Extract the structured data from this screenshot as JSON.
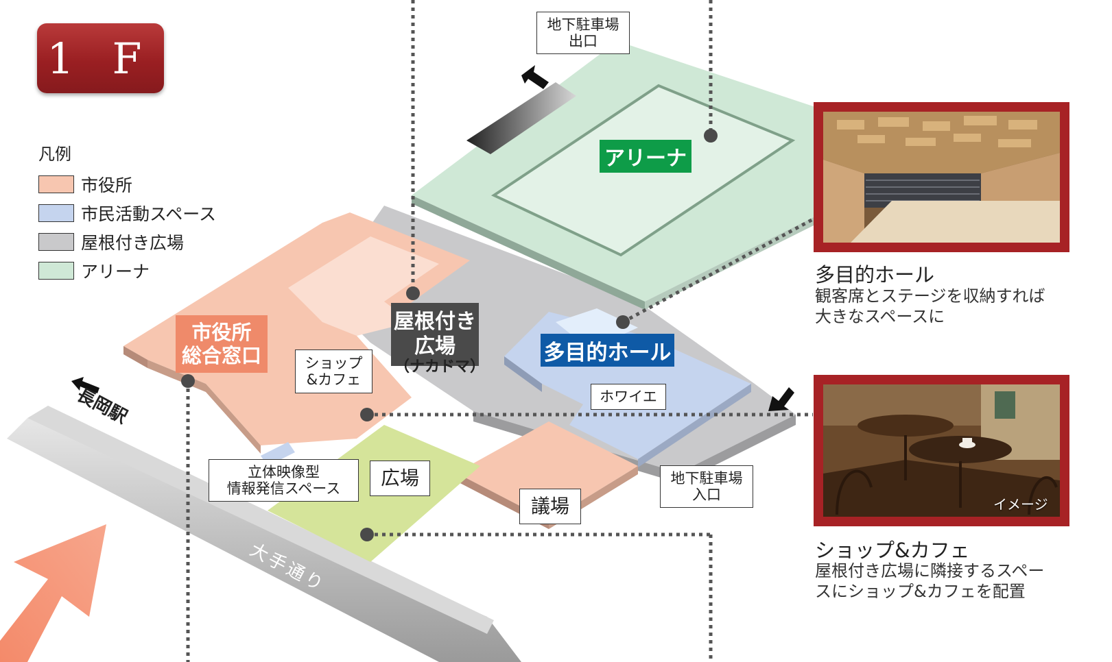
{
  "floor_badge": "1 F",
  "legend": {
    "title": "凡例",
    "items": [
      {
        "label": "市役所",
        "color": "#f7c6b0"
      },
      {
        "label": "市民活動スペース",
        "color": "#c5d4ee"
      },
      {
        "label": "屋根付き広場",
        "color": "#c9c9cb"
      },
      {
        "label": "アリーナ",
        "color": "#cfe8d6"
      }
    ]
  },
  "map": {
    "highlights": {
      "arena": "アリーナ",
      "roofed_plaza": "屋根付き\n広場",
      "nakadoma": "（ナカドマ）",
      "city_hall_window": "市役所\n総合窓口",
      "multipurpose_hall": "多目的ホール"
    },
    "tags": {
      "parking_exit": "地下駐車場\n出口",
      "parking_entrance": "地下駐車場\n入口",
      "shop_cafe": "ショップ\n&カフェ",
      "foyer": "ホワイエ",
      "info_space": "立体映像型\n情報発信スペース",
      "plaza": "広場",
      "assembly": "議場"
    },
    "station": "長岡駅",
    "street": "大手通り",
    "colors": {
      "arena": "#cfe8d6",
      "city_hall": "#f7c6b0",
      "civic_space": "#c5d4ee",
      "roofed_plaza": "#c9c9cb",
      "plaza": "#d5e49a",
      "arena_badge": "#0e9c48",
      "hall_badge": "#0f5aa6",
      "plaza_badge": "#4a4a4a",
      "city_badge": "#ef8a6a",
      "frame": "#a72225",
      "arrow": "#f48a6a"
    }
  },
  "photos": {
    "hall": {
      "title": "多目的ホール",
      "desc": "観客席とステージを収納すれば\n大きなスペースに"
    },
    "cafe": {
      "title": "ショップ&カフェ",
      "desc": "屋根付き広場に隣接するスペー\nスにショップ&カフェを配置",
      "note": "イメージ"
    }
  }
}
